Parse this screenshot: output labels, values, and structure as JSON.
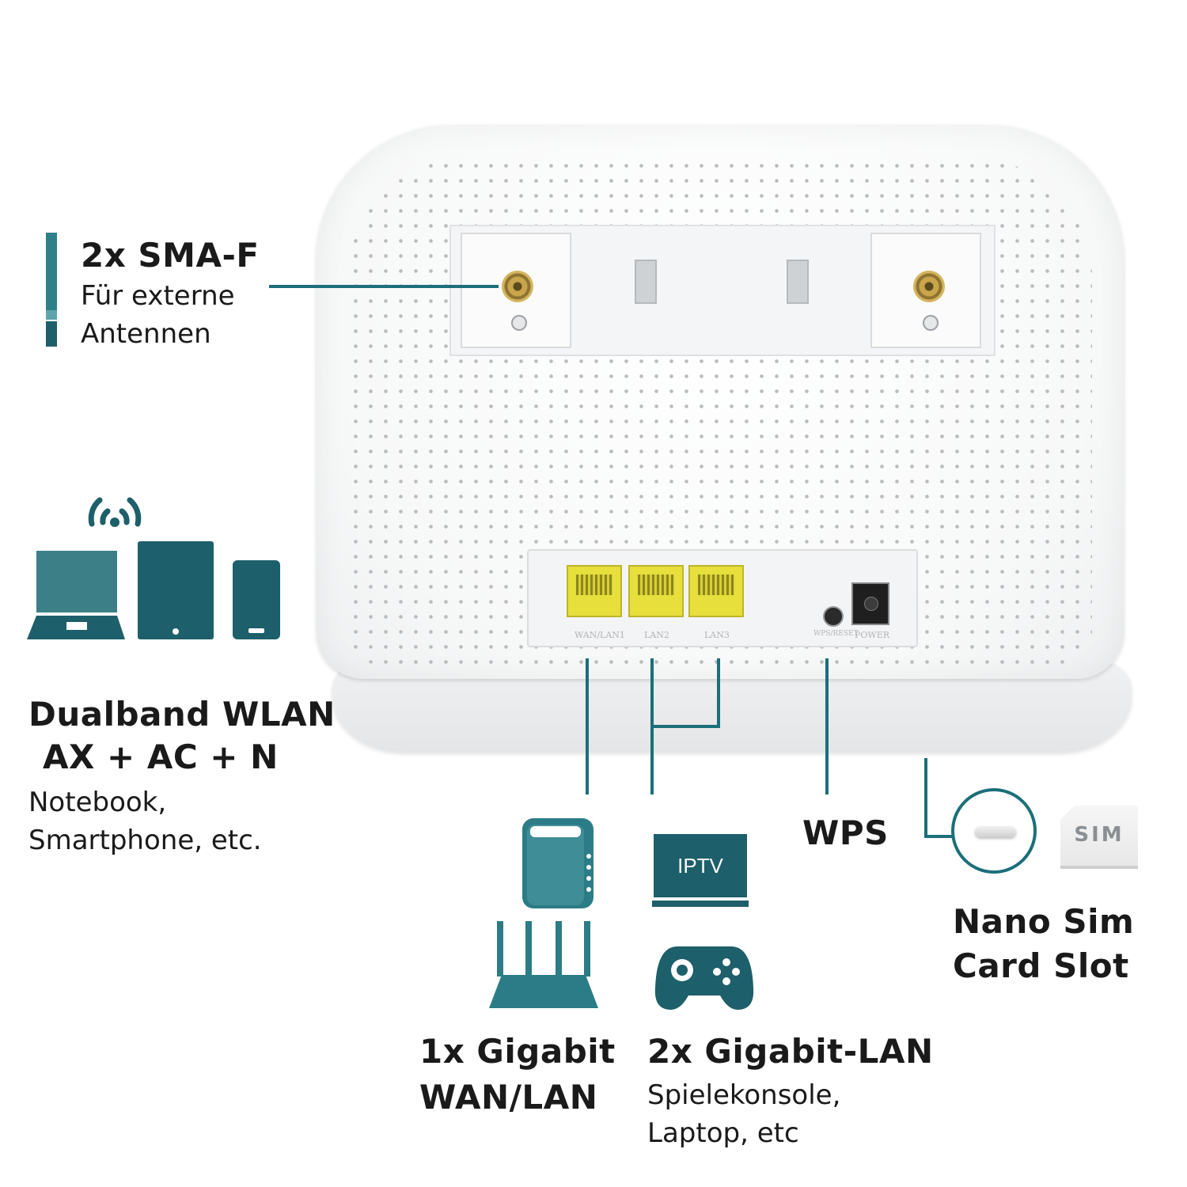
{
  "sma": {
    "title": "2x SMA-F",
    "line1": "Für externe",
    "line2": "Antennen"
  },
  "wlan": {
    "title": "Dualband WLAN",
    "standards": "AX + AC + N",
    "line1": "Notebook,",
    "line2": "Smartphone, etc."
  },
  "wan": {
    "title_line1": "1x Gigabit",
    "title_line2": "WAN/LAN"
  },
  "lan": {
    "title": "2x Gigabit-LAN",
    "line1": "Spielekonsole,",
    "line2": "Laptop, etc"
  },
  "wps": {
    "title": "WPS"
  },
  "sim": {
    "title_line1": "Nano Sim",
    "title_line2": "Card Slot",
    "card_text": "SIM"
  },
  "iptv": {
    "label": "IPTV"
  },
  "router_labels": {
    "port1": "WAN/LAN1",
    "port2": "LAN2",
    "port3": "LAN3",
    "reset": "WPS/RESET",
    "power": "POWER"
  },
  "colors": {
    "teal": "#1d5f6a",
    "teal_light": "#2b7c86",
    "port_yellow": "#e6df3c"
  }
}
